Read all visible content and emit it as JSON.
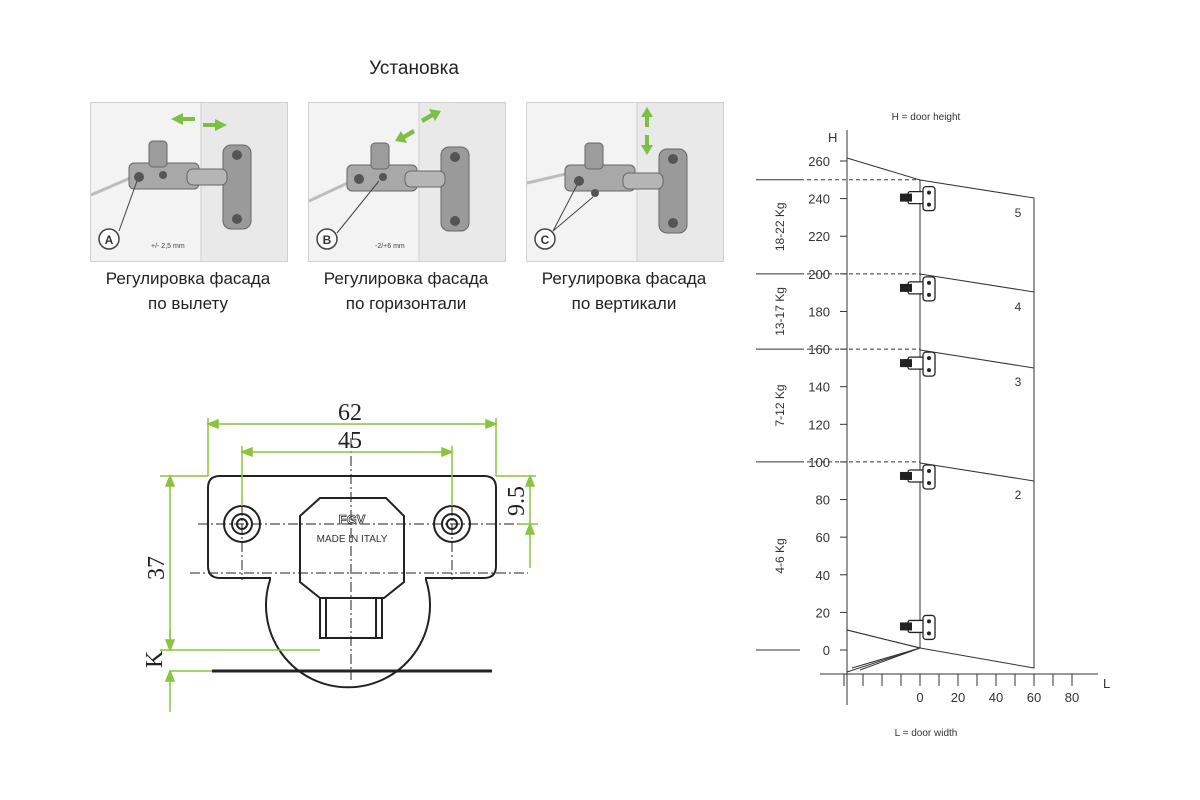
{
  "install_title": "Установка",
  "panels": [
    {
      "letter": "A",
      "adjust_text": "+/- 2,5 mm",
      "caption_line1": "Регулировка фасада",
      "caption_line2": "по вылету"
    },
    {
      "letter": "B",
      "adjust_text": "-2/+6 mm",
      "caption_line1": "Регулировка фасада",
      "caption_line2": "по горизонтали"
    },
    {
      "letter": "C",
      "adjust_text": "",
      "caption_line1": "Регулировка фасада",
      "caption_line2": "по вертикали"
    }
  ],
  "drawing": {
    "dim_62": "62",
    "dim_45": "45",
    "dim_9_5": "9.5",
    "dim_37": "37",
    "dim_k": "K",
    "logo_text": "FGV",
    "made_in_text": "MADE IN ITALY"
  },
  "chart_data": {
    "type": "diagram",
    "title": "H = door height",
    "xlabel": "L = door width",
    "y_axis_letter": "H",
    "x_axis_letter": "L",
    "y_ticks": [
      0,
      20,
      40,
      60,
      80,
      100,
      120,
      140,
      160,
      180,
      200,
      220,
      240,
      260
    ],
    "x_ticks": [
      0,
      20,
      40,
      60,
      80
    ],
    "weight_bands": [
      {
        "label": "18-22 Kg",
        "from": 200,
        "to": 250
      },
      {
        "label": "13-17 Kg",
        "from": 160,
        "to": 200
      },
      {
        "label": "7-12 Kg",
        "from": 100,
        "to": 160
      },
      {
        "label": "4-6 Kg",
        "from": 0,
        "to": 100
      }
    ],
    "hinge_counts": [
      {
        "label": "5",
        "y": 233
      },
      {
        "label": "4",
        "y": 183
      },
      {
        "label": "3",
        "y": 143
      },
      {
        "label": "2",
        "y": 83
      }
    ],
    "hinge_positions": [
      240,
      192,
      152,
      92,
      12
    ],
    "dashed_levels": [
      250,
      200,
      160,
      100
    ]
  },
  "colors": {
    "dimension_green": "#8ac43f",
    "arrow_green": "#7bc043",
    "line_dark": "#222222"
  }
}
